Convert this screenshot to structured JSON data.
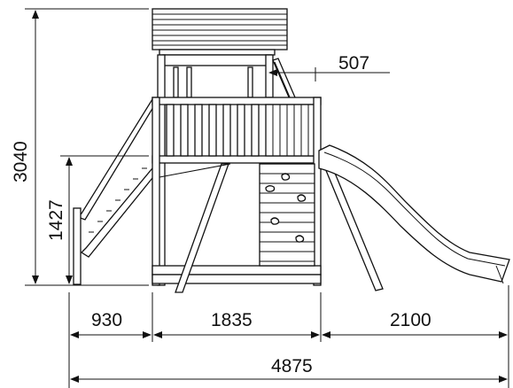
{
  "dimensions": {
    "total_height": "3040",
    "platform_height": "1427",
    "roof_offset": "507",
    "left_width": "930",
    "middle_width": "1835",
    "right_width": "2100",
    "total_width": "4875"
  }
}
